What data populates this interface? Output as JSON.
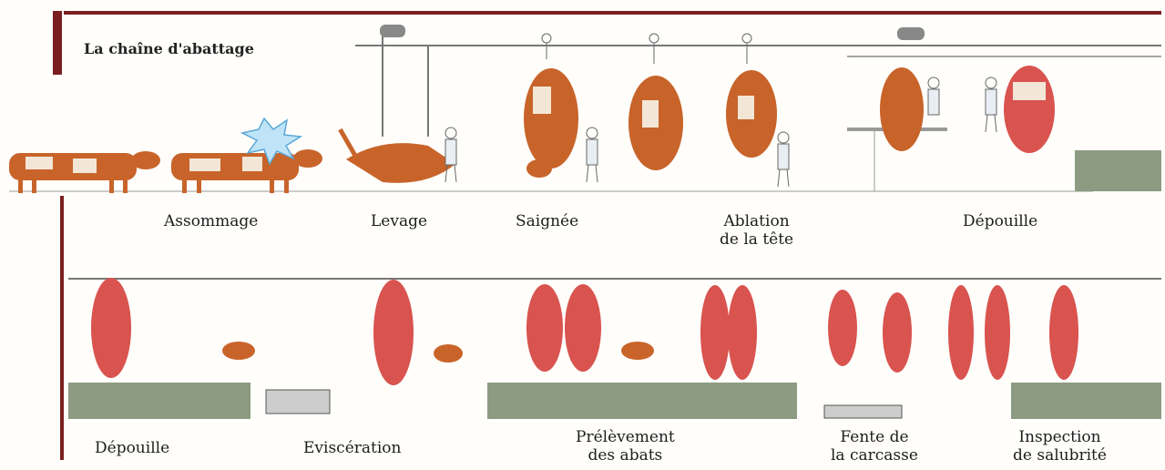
{
  "title": "La chaîne d'abattage",
  "colors": {
    "frame": "#7a1f1f",
    "animal": "#c8642a",
    "carcass": "#d9534f",
    "platform": "#8c9b82"
  },
  "row1_steps": [
    {
      "line1": "Assommage",
      "line2": ""
    },
    {
      "line1": "Levage",
      "line2": ""
    },
    {
      "line1": "Saignée",
      "line2": ""
    },
    {
      "line1": "Ablation",
      "line2": "de la tête"
    },
    {
      "line1": "Dépouille",
      "line2": ""
    }
  ],
  "row2_steps": [
    {
      "line1": "Dépouille",
      "line2": ""
    },
    {
      "line1": "Eviscération",
      "line2": ""
    },
    {
      "line1": "Prélèvement",
      "line2": "des abats"
    },
    {
      "line1": "Fente de",
      "line2": "la carcasse"
    },
    {
      "line1": "Inspection",
      "line2": "de salubrité"
    }
  ]
}
